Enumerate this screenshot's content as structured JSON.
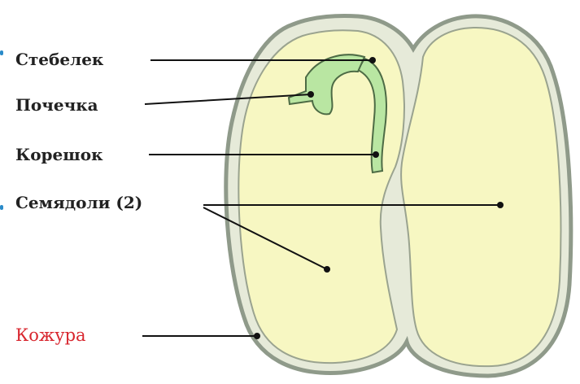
{
  "labels": {
    "stem": "Стебелек",
    "bud": "Почечка",
    "root": "Корешок",
    "cotyledons": "Семядоли (2)",
    "seed_coat": "Кожура"
  },
  "colors": {
    "text_dark": "#222222",
    "text_red": "#d8262e",
    "cotyledon_fill": "#f7f7c2",
    "coat_stroke": "#8f9a8a",
    "coat_fill": "#e6ead9",
    "embryo_fill": "#b9e6a2",
    "embryo_stroke": "#4d6b45",
    "leader_line": "#111111",
    "edge_marks": "#2a8bc9"
  }
}
